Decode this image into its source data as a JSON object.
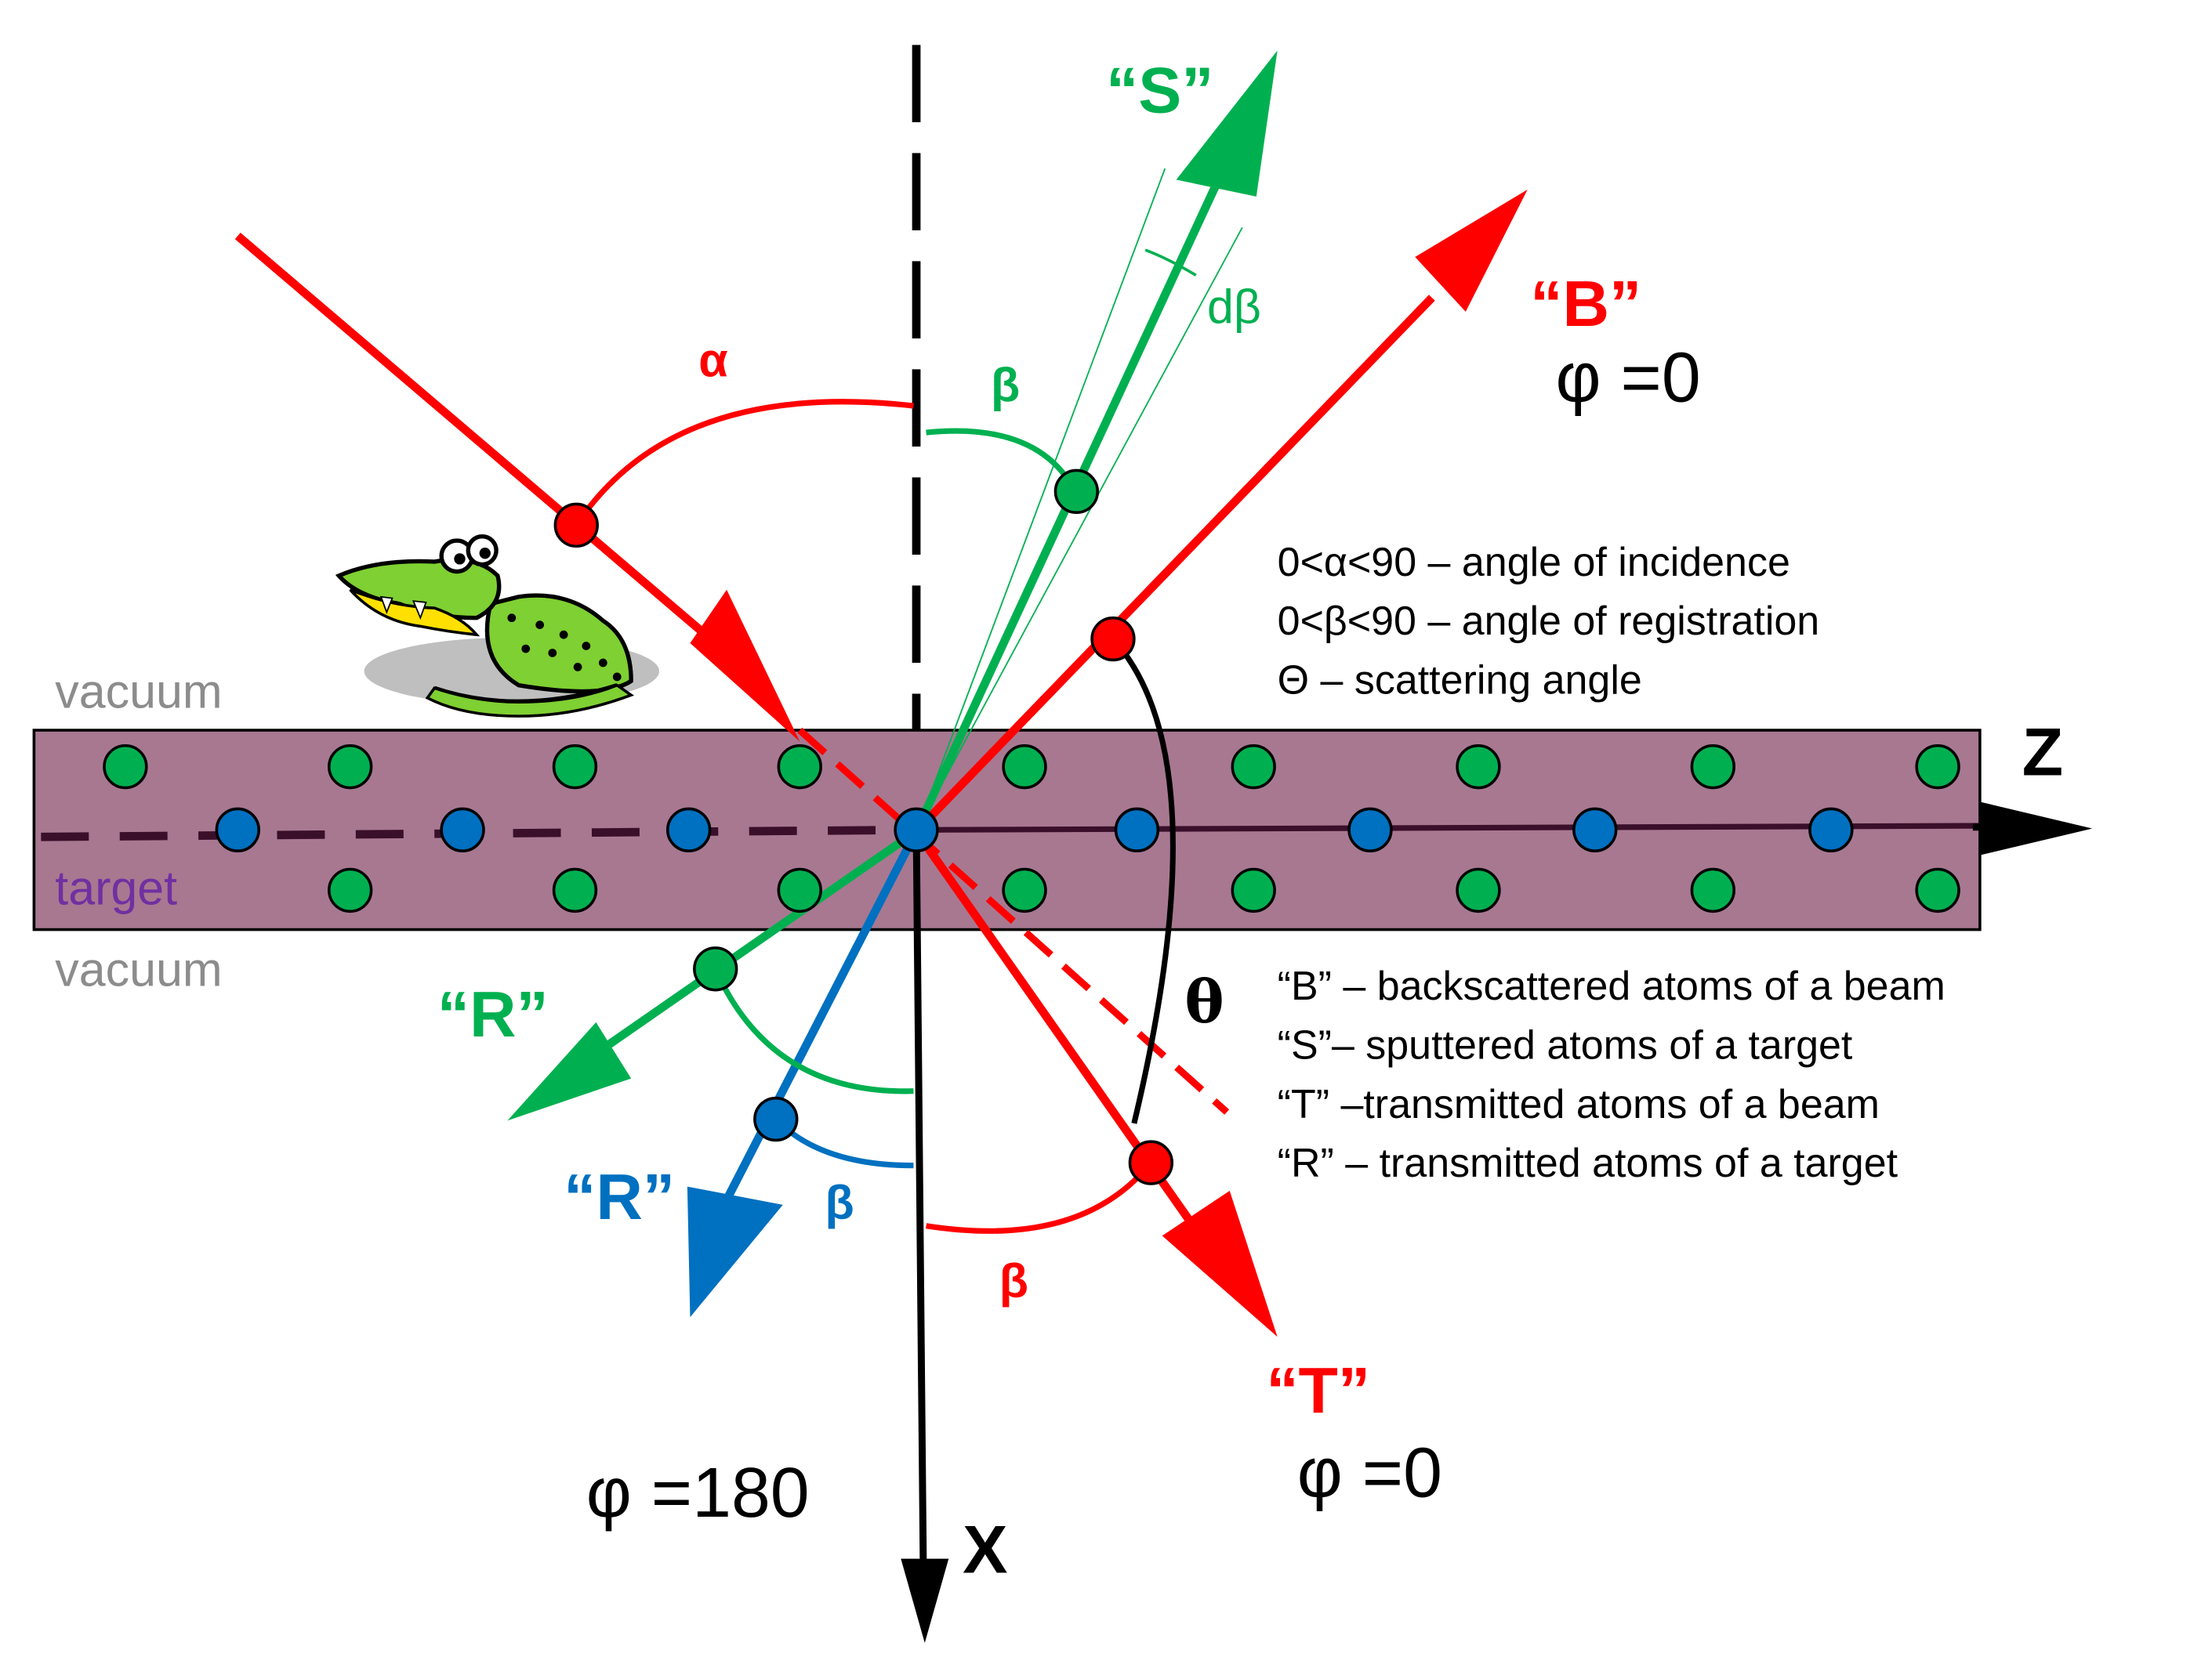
{
  "colors": {
    "red": "#ff0000",
    "green": "#00b050",
    "blue": "#0070c0",
    "black": "#000000",
    "target_fill": "#a87891",
    "target_label": "#7030a0",
    "vacuum_label": "#8c8c8c",
    "dash_line": "#3a0f2a"
  },
  "labels": {
    "S_arrow": "“S”",
    "B_arrow": "“B”",
    "T_arrow": "“T”",
    "R_green": "“R”",
    "R_blue": "“R”",
    "phi_B": "φ =0",
    "phi_T": "φ =0",
    "phi_180": "φ =180",
    "alpha": "α",
    "beta_green": "β",
    "beta_blue": "β",
    "beta_red": "β",
    "dbeta": "dβ",
    "theta": "θ",
    "axis_z": "Z",
    "axis_x": "X",
    "vacuum_top": "vacuum",
    "vacuum_bottom": "vacuum",
    "target": "target"
  },
  "definitions": [
    "0<α<90 – angle of incidence",
    "0<β<90 – angle of registration",
    "Θ – scattering angle"
  ],
  "legend": [
    "“B” – backscattered atoms of a beam",
    "“S”– sputtered atoms of a target",
    "“T” –transmitted atoms of a beam",
    "“R” – transmitted atoms of a target"
  ],
  "icons": {
    "mascot": "crocodile-icon"
  }
}
